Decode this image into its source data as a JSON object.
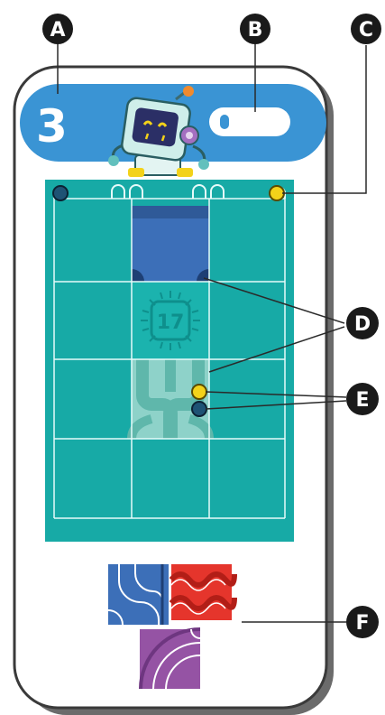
{
  "card": {
    "level_number": "3",
    "challenge_number": "17"
  },
  "callouts": [
    {
      "letter": "A"
    },
    {
      "letter": "B"
    },
    {
      "letter": "C"
    },
    {
      "letter": "D"
    },
    {
      "letter": "E"
    },
    {
      "letter": "F"
    }
  ],
  "colors": {
    "card_blue": "#3a94d4",
    "board_teal": "#17aaa6",
    "board_dark": "#0e8f8c",
    "grid_line": "#e6fbfa",
    "tile_blue": "#3c6fb8",
    "tile_red": "#e5352c",
    "tile_purple": "#9553a4",
    "dot_yellow": "#f3d21a",
    "dot_navy": "#1e5374",
    "callout_black": "#1a1a1a"
  },
  "icons": [
    "robot-mascot-icon",
    "toggle-pill-icon",
    "sun-badge-icon"
  ]
}
